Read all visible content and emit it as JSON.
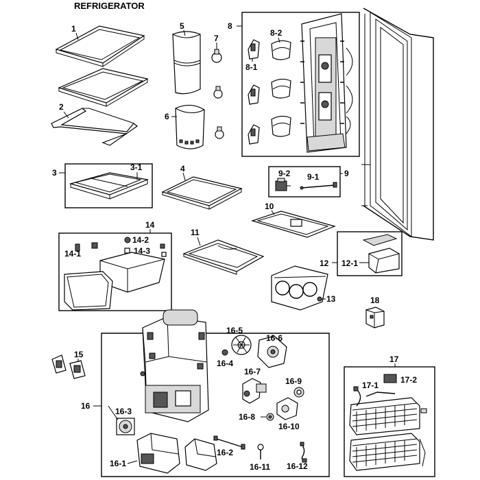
{
  "title": "REFRIGERATOR",
  "labels": {
    "p1": "1",
    "p2": "2",
    "p3": "3",
    "p3_1": "3-1",
    "p4": "4",
    "p5": "5",
    "p6": "6",
    "p7": "7",
    "p8": "8",
    "p8_1": "8-1",
    "p8_2": "8-2",
    "p9": "9",
    "p9_1": "9-1",
    "p9_2": "9-2",
    "p10": "10",
    "p11": "11",
    "p12": "12",
    "p12_1": "12-1",
    "p13": "13",
    "p14": "14",
    "p14_1": "14-1",
    "p14_2": "14-2",
    "p14_3": "14-3",
    "p15": "15",
    "p16": "16",
    "p16_1": "16-1",
    "p16_2": "16-2",
    "p16_3": "16-3",
    "p16_4": "16-4",
    "p16_5": "16-5",
    "p16_6": "16-6",
    "p16_7": "16-7",
    "p16_8": "16-8",
    "p16_9": "16-9",
    "p16_10": "16-10",
    "p16_11": "16-11",
    "p16_12": "16-12",
    "p17": "17",
    "p17_1": "17-1",
    "p17_2": "17-2",
    "p18": "18"
  }
}
